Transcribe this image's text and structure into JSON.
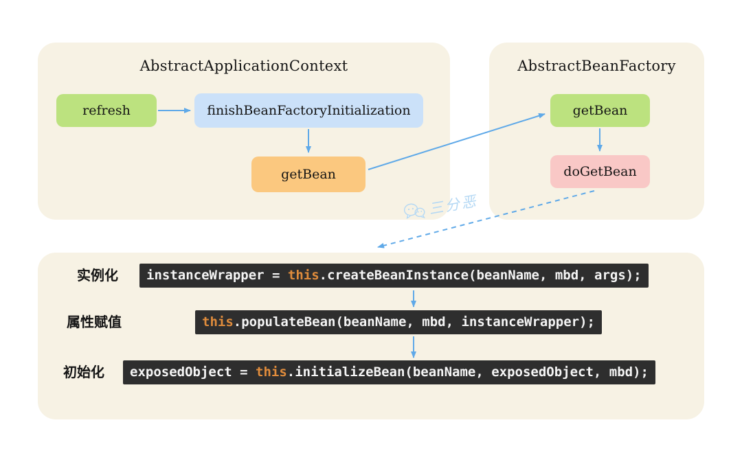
{
  "colors": {
    "panel_bg": "#f7f2e4",
    "arrow": "#5fa9e8",
    "node_green": "#bce27f",
    "node_blue": "#cbe1f9",
    "node_orange": "#fbc87f",
    "node_pink": "#f9c8c6",
    "code_bg": "#2e2e2e",
    "code_text": "#f5f5f5",
    "code_keyword": "#e08c3c",
    "watermark": "#b4d8f4"
  },
  "panels": {
    "app_context": {
      "title": "AbstractApplicationContext",
      "nodes": {
        "refresh": {
          "label": "refresh"
        },
        "finish": {
          "label": "finishBeanFactoryInitialization"
        },
        "get_bean": {
          "label": "getBean"
        }
      }
    },
    "bean_factory": {
      "title": "AbstractBeanFactory",
      "nodes": {
        "get_bean": {
          "label": "getBean"
        },
        "do_get_bean": {
          "label": "doGetBean"
        }
      }
    },
    "lifecycle": {
      "rows": [
        {
          "label": "实例化",
          "code": {
            "pre": "instanceWrapper = ",
            "keyword": "this",
            "post": ".createBeanInstance(beanName, mbd, args);"
          }
        },
        {
          "label": "属性赋值",
          "code": {
            "pre": "",
            "keyword": "this",
            "post": ".populateBean(beanName, mbd, instanceWrapper);"
          }
        },
        {
          "label": "初始化",
          "code": {
            "pre": "exposedObject = ",
            "keyword": "this",
            "post": ".initializeBean(beanName, exposedObject, mbd);"
          }
        }
      ]
    }
  },
  "watermark": {
    "text": "三分恶"
  }
}
